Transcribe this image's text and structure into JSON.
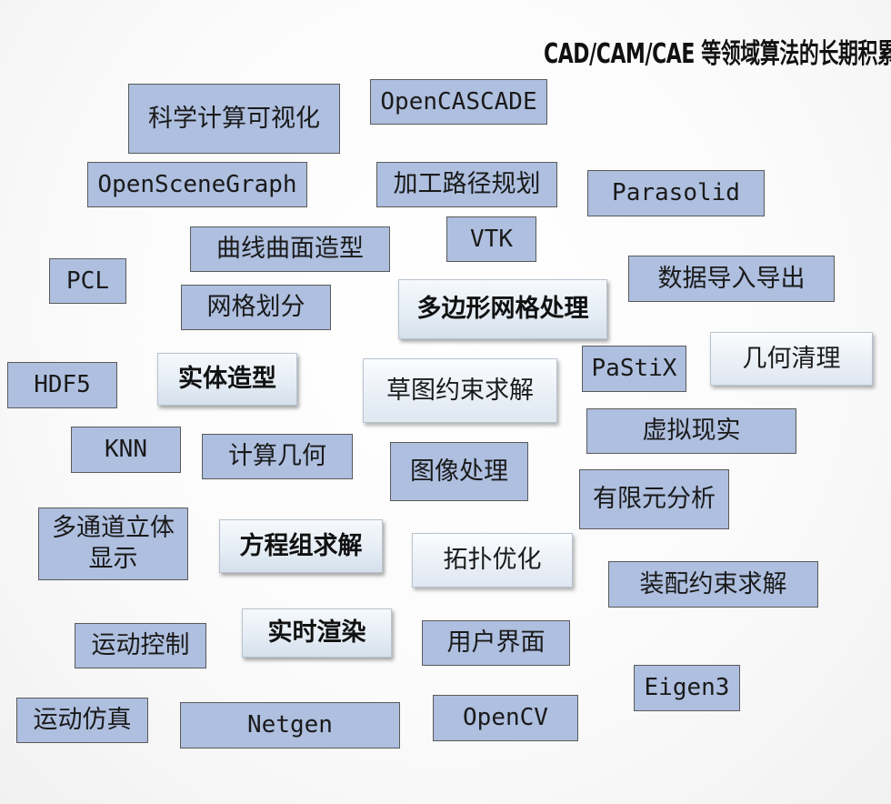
{
  "title": "CAD/CAM/CAE 等领域算法的长期积累",
  "tags": [
    "科学计算可视化",
    "OpenCASCADE",
    "OpenSceneGraph",
    "加工路径规划",
    "Parasolid",
    "VTK",
    "曲线曲面造型",
    "PCL",
    "数据导入导出",
    "网格划分",
    "多边形网格处理",
    "实体造型",
    "HDF5",
    "草图约束求解",
    "PaStiX",
    "几何清理",
    "虚拟现实",
    "KNN",
    "计算几何",
    "图像处理",
    "有限元分析",
    "多通道立体显示",
    "方程组求解",
    "拓扑优化",
    "装配约束求解",
    "实时渲染",
    "运动控制",
    "用户界面",
    "Eigen3",
    "运动仿真",
    "Netgen",
    "OpenCV"
  ]
}
